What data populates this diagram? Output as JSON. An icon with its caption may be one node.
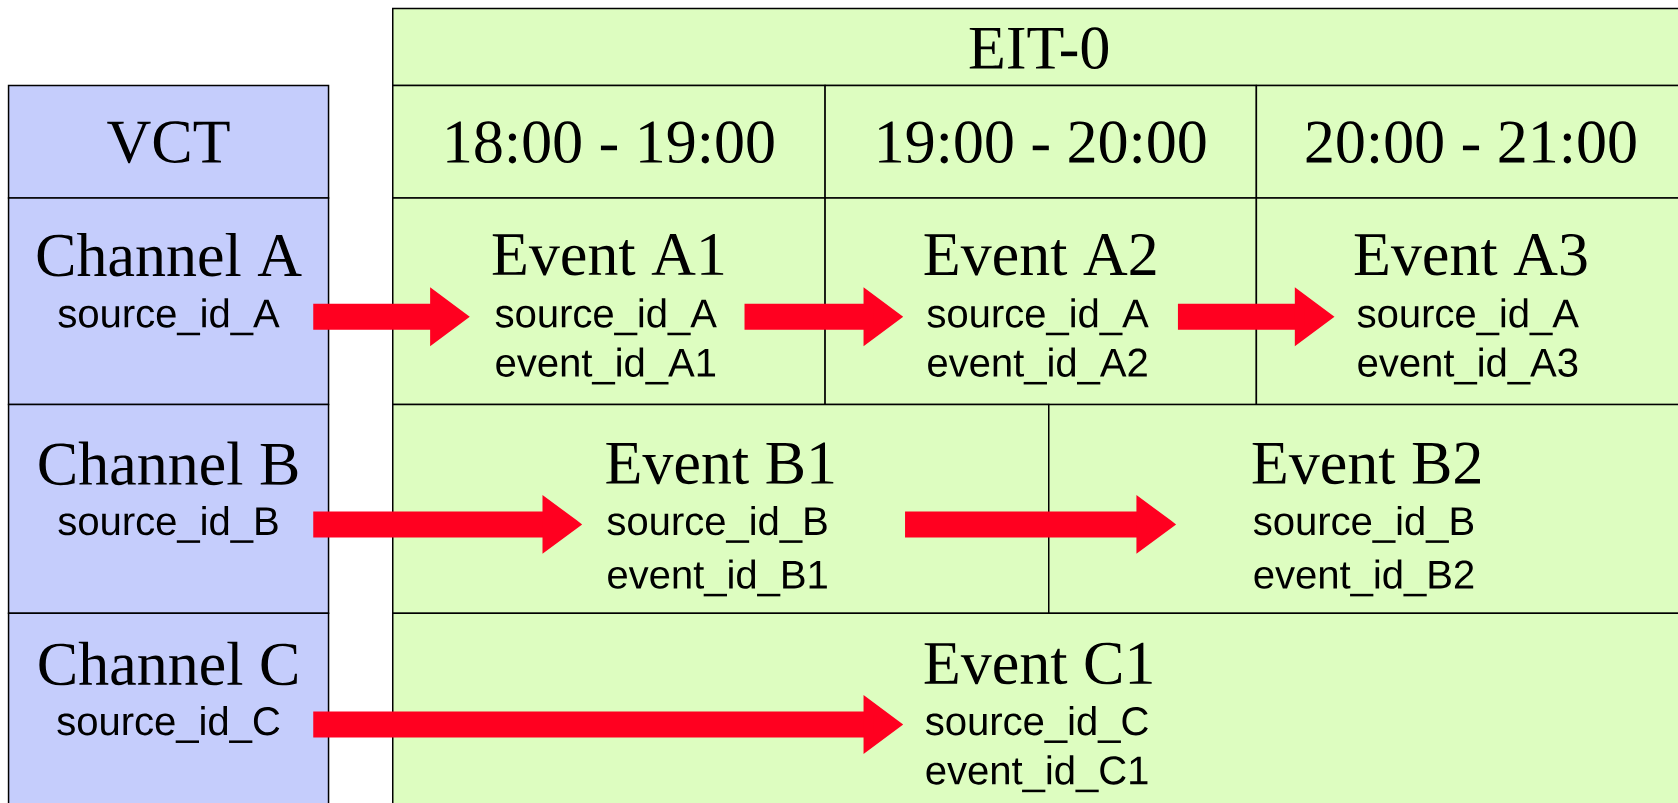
{
  "diagram": {
    "nodes": [
      {
        "text": [
          "VCT"
        ]
      },
      {
        "text": [
          "Channel A",
          "source_id_A"
        ]
      },
      {
        "text": [
          "Channel B",
          "source_id_B"
        ]
      },
      {
        "text": [
          "Channel C",
          "source_id_C"
        ]
      },
      {
        "text": [
          "EIT-0"
        ]
      },
      {
        "text": [
          "18:00 - 19:00"
        ]
      },
      {
        "text": [
          "19:00 - 20:00"
        ]
      },
      {
        "text": [
          "20:00 - 21:00"
        ]
      },
      {
        "text": [
          "Event A1",
          "source_id_A",
          "event_id_A1"
        ]
      },
      {
        "text": [
          "Event A2",
          "source_id_A",
          "event_id_A2"
        ]
      },
      {
        "text": [
          "Event A3",
          "source_id_A",
          "event_id_A3"
        ]
      },
      {
        "text": [
          "Event B1",
          "source_id_B",
          "event_id_B1"
        ]
      },
      {
        "text": [
          "Event B2",
          "source_id_B",
          "event_id_B2"
        ]
      },
      {
        "text": [
          "Event C1",
          "source_id_C",
          "event_id_C1"
        ]
      }
    ],
    "edges": [
      {
        "from": 1,
        "to": 8,
        "arrow": "to"
      },
      {
        "from": 8,
        "to": 9,
        "arrow": "to"
      },
      {
        "from": 9,
        "to": 10,
        "arrow": "to"
      },
      {
        "from": 2,
        "to": 11,
        "arrow": "to"
      },
      {
        "from": 11,
        "to": 12,
        "arrow": "to"
      },
      {
        "from": 3,
        "to": 13,
        "arrow": "to"
      }
    ]
  }
}
